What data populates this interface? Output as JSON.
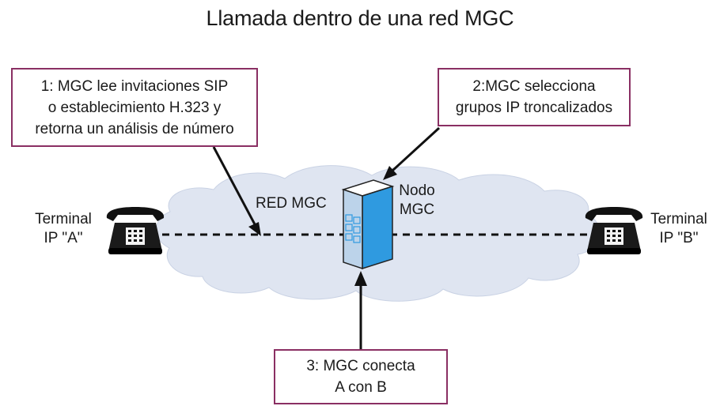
{
  "title": "Llamada dentro de una red MGC",
  "callouts": {
    "one": {
      "line1": "1: MGC lee  invitaciones SIP",
      "line2": "o establecimiento H.323  y",
      "line3": "retorna un análisis de número"
    },
    "two": {
      "line1": "2:MGC selecciona",
      "line2": "grupos  IP troncalizados"
    },
    "three": {
      "line1": "3: MGC conecta",
      "line2": "A con B"
    }
  },
  "network_label": "RED MGC",
  "node_label": {
    "line1": "Nodo",
    "line2": "MGC"
  },
  "terminal_a": {
    "line1": "Terminal",
    "line2": "IP \"A\""
  },
  "terminal_b": {
    "line1": "Terminal",
    "line2": "IP \"B\""
  },
  "colors": {
    "callout_border": "#8a2f63",
    "cloud_fill": "#dfe5f1",
    "node_front": "#bcd3ea",
    "node_side": "#2f9ae0"
  },
  "icons": [
    "telephone-icon",
    "server-node-icon",
    "cloud-shape"
  ]
}
